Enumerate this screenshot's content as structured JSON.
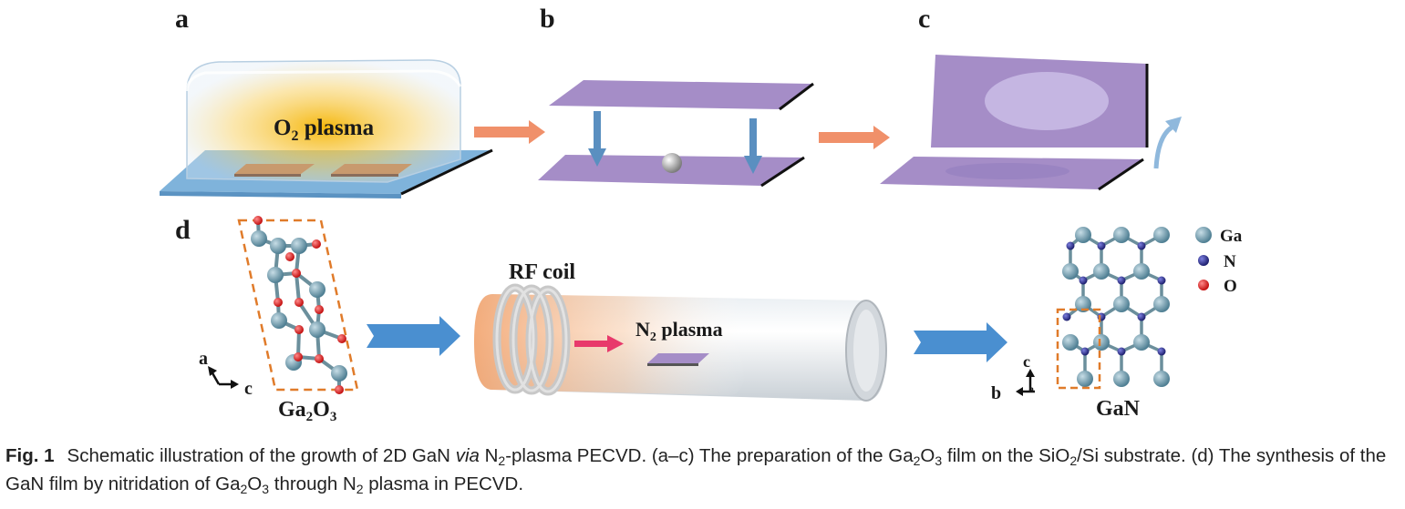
{
  "panels": {
    "a": "a",
    "b": "b",
    "c": "c",
    "d": "d"
  },
  "labels": {
    "o2_plasma_main": "O",
    "o2_plasma_sub": "2",
    "o2_plasma_rest": " plasma",
    "rf_coil": "RF coil",
    "n2_plasma_main": "N",
    "n2_plasma_sub": "2",
    "n2_plasma_rest": " plasma",
    "ga2o3_a": "Ga",
    "ga2o3_sub1": "2",
    "ga2o3_b": "O",
    "ga2o3_sub2": "3",
    "gan": "GaN",
    "axis_a": "a",
    "axis_c": "c",
    "axis_b": "b",
    "axis_c2": "c",
    "axis_a2": "a"
  },
  "legend": [
    {
      "label": "Ga",
      "color": "#7fa7b8"
    },
    {
      "label": "N",
      "color": "#2b2e8c"
    },
    {
      "label": "O",
      "color": "#d61f1f"
    }
  ],
  "colors": {
    "substrate_purple": "#a58dc7",
    "glass_blue": "#7fb3db",
    "plasma_glow": "#f5c542",
    "orange_arrow": "#f0906a",
    "blue_arrow": "#4a8fd0",
    "pink_arrow": "#e8396b",
    "ga_atom": "#7fa7b8",
    "o_atom": "#d61f1f",
    "n_atom": "#2b2e8c",
    "dash_box": "#e07b2a"
  },
  "caption": {
    "fig_no": "Fig. 1",
    "t1": "Schematic illustration of the growth of 2D GaN ",
    "t_via": "via",
    "t2": " N",
    "t_sub1": "2",
    "t3": "-plasma PECVD. (a–c) The preparation of the Ga",
    "t_sub2": "2",
    "t4": "O",
    "t_sub3": "3",
    "t5": " film on the SiO",
    "t_sub4": "2",
    "t6": "/Si substrate. (d) The synthesis of the GaN film by nitridation of Ga",
    "t_sub5": "2",
    "t7": "O",
    "t_sub6": "3",
    "t8": " through N",
    "t_sub7": "2",
    "t9": " plasma in PECVD."
  }
}
